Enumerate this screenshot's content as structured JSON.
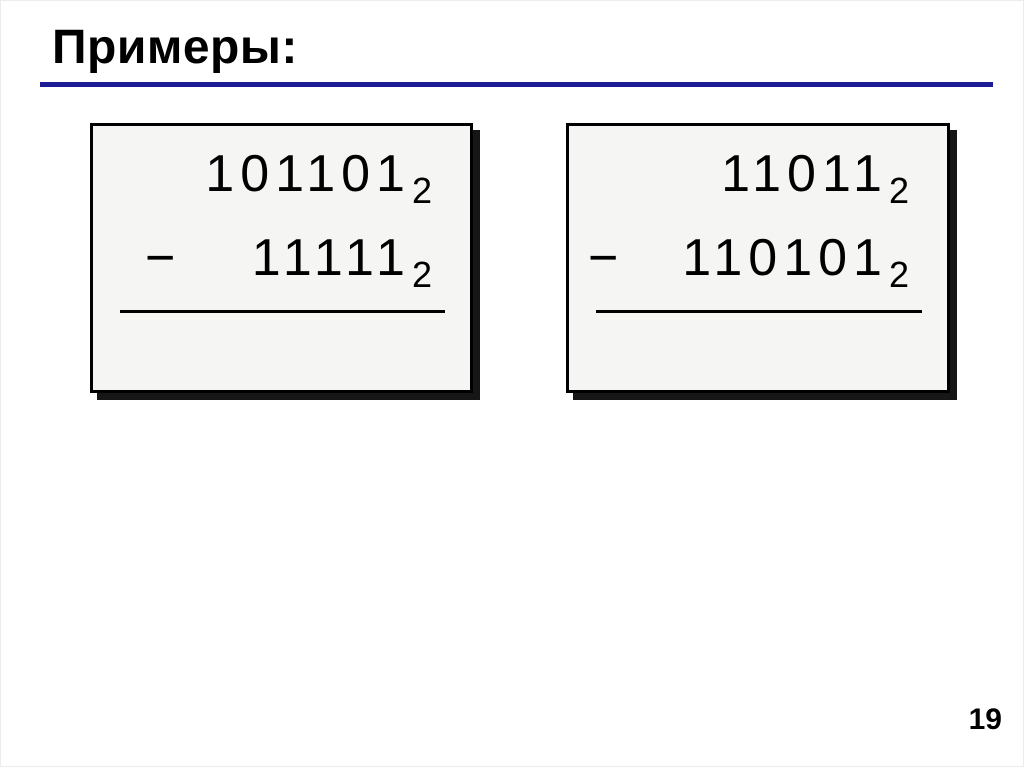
{
  "slide": {
    "title": "Примеры:",
    "page_number": "19"
  },
  "examples": [
    {
      "minuend": "101101",
      "minuend_base": "2",
      "operator": "−",
      "subtrahend": "11111",
      "subtrahend_base": "2"
    },
    {
      "minuend": "11011",
      "minuend_base": "2",
      "operator": "−",
      "subtrahend": "110101",
      "subtrahend_base": "2"
    }
  ],
  "colors": {
    "accent_rule": "#1c1c96",
    "card_background": "#f5f5f4",
    "card_border": "#000000",
    "card_shadow": "#161616",
    "text": "#000000"
  }
}
